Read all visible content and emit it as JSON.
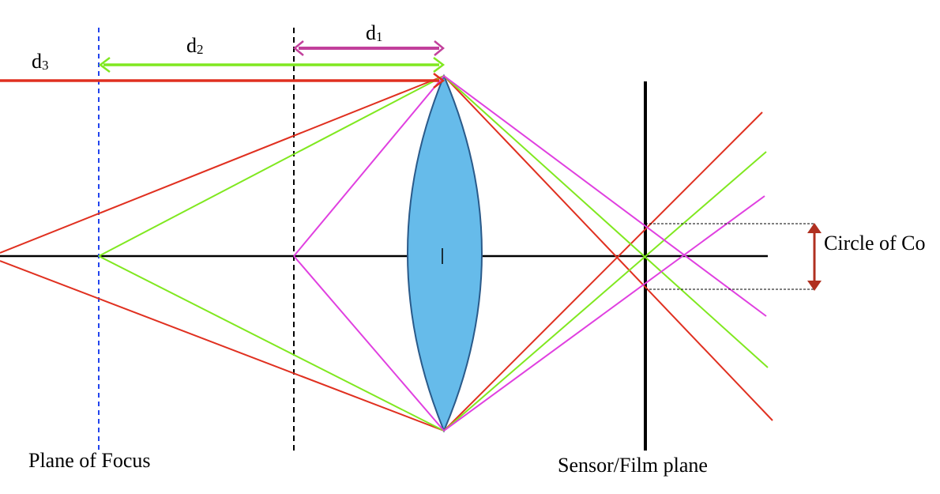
{
  "labels": {
    "d1": {
      "main": "d",
      "sub": "1"
    },
    "d2": {
      "main": "d",
      "sub": "2"
    },
    "d3": {
      "main": "d",
      "sub": "3"
    },
    "plane_of_focus": "Plane of Focus",
    "sensor_plane": "Sensor/Film plane",
    "circle_of_confusion": "Circle of Co"
  },
  "colors": {
    "d1_ray": "#e040e0",
    "d1_arrow": "#c2409c",
    "d2_ray": "#80e820",
    "d3_ray": "#e03020",
    "lens_fill": "#66bbea",
    "lens_stroke": "#2a5a8a",
    "focus_plane_line": "#2244ee",
    "near_plane_line": "#000000",
    "axis": "#000000",
    "coc_arrow": "#b03020"
  }
}
